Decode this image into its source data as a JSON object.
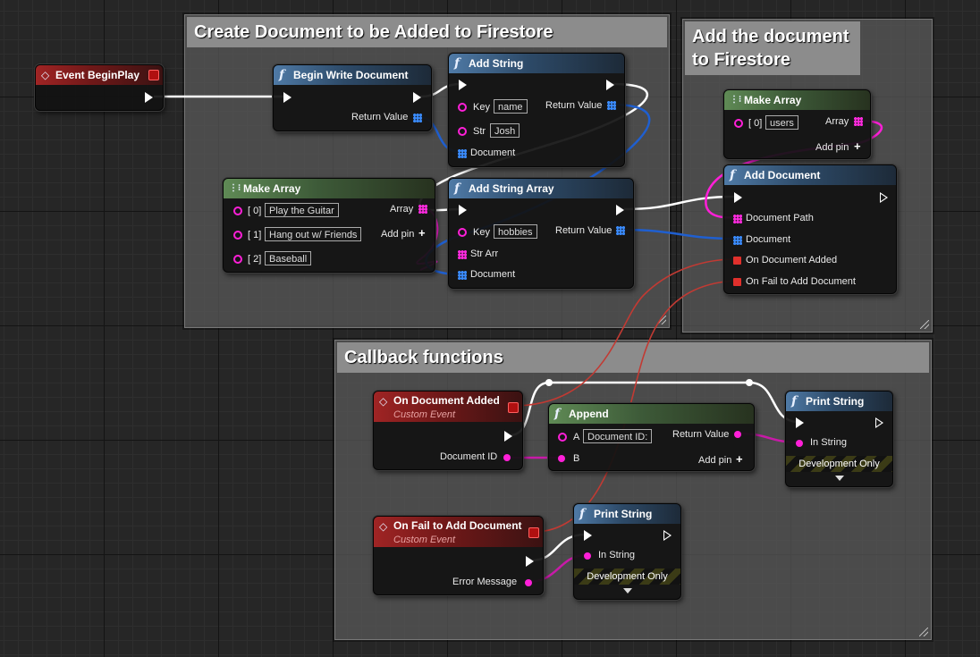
{
  "comments": {
    "create": "Create Document to be Added to Firestore",
    "add": "Add the document to Firestore",
    "callback": "Callback functions"
  },
  "nodes": {
    "event_beginplay": {
      "title": "Event BeginPlay"
    },
    "begin_write": {
      "title": "Begin Write Document",
      "return_value": "Return Value"
    },
    "add_string": {
      "title": "Add String",
      "key_label": "Key",
      "key_value": "name",
      "str_label": "Str",
      "str_value": "Josh",
      "document_label": "Document",
      "return_value": "Return Value"
    },
    "make_array_1": {
      "title": "Make Array",
      "items": [
        "[ 0]",
        "[ 1]",
        "[ 2]"
      ],
      "values": [
        "Play the Guitar",
        "Hang out w/ Friends",
        "Baseball"
      ],
      "array_label": "Array",
      "add_pin": "Add pin"
    },
    "add_string_array": {
      "title": "Add String Array",
      "key_label": "Key",
      "key_value": "hobbies",
      "str_arr_label": "Str Arr",
      "document_label": "Document",
      "return_value": "Return Value"
    },
    "make_array_2": {
      "title": "Make Array",
      "item": "[ 0]",
      "value": "users",
      "array_label": "Array",
      "add_pin": "Add pin"
    },
    "add_document": {
      "title": "Add Document",
      "document_path": "Document Path",
      "document": "Document",
      "on_added": "On Document Added",
      "on_fail": "On Fail to Add Document"
    },
    "on_doc_added": {
      "title": "On Document Added",
      "subtitle": "Custom Event",
      "pin": "Document ID"
    },
    "append": {
      "title": "Append",
      "a_label": "A",
      "a_value": "Document ID: ",
      "b_label": "B",
      "return_value": "Return Value",
      "add_pin": "Add pin"
    },
    "print_string_1": {
      "title": "Print String",
      "in_string": "In String",
      "dev": "Development Only"
    },
    "on_fail": {
      "title": "On Fail to Add Document",
      "subtitle": "Custom Event",
      "pin": "Error Message"
    },
    "print_string_2": {
      "title": "Print String",
      "in_string": "In String",
      "dev": "Development Only"
    }
  },
  "icons": {
    "event": "diamond-event-icon",
    "function": "function-f-icon",
    "make_array": "make-array-icon"
  },
  "colors": {
    "exec": "#ffffff",
    "string": "#ff1fd8",
    "struct": "#1f5fd0",
    "event_delegate": "#e0302c"
  }
}
